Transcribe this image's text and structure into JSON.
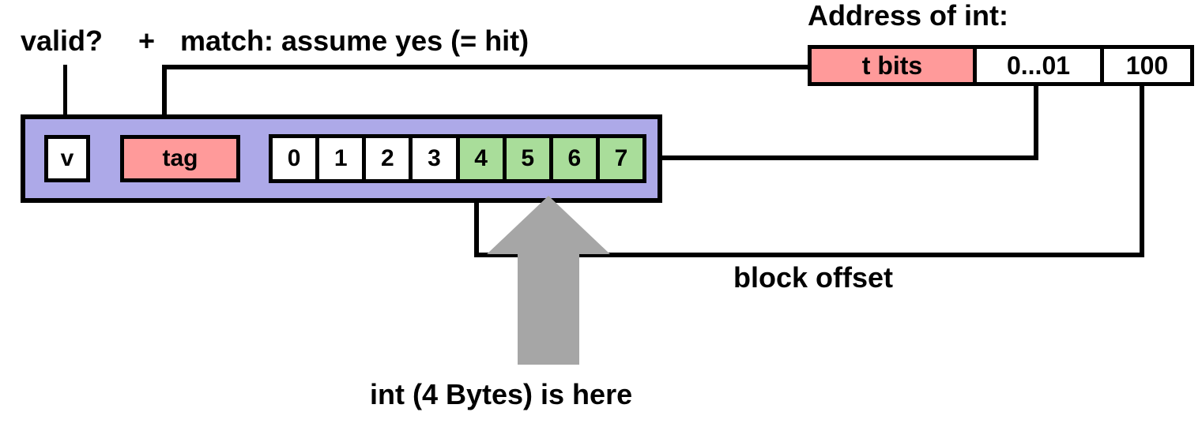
{
  "diagram": {
    "title_labels": {
      "valid": "valid?",
      "plus": "+",
      "match": "match: assume yes (= hit)",
      "address_of_int": "Address of int:",
      "block_offset": "block offset",
      "int_caption": "int (4 Bytes) is here"
    },
    "cache_line": {
      "valid_cell": "v",
      "tag_cell": "tag",
      "bytes": [
        {
          "label": "0",
          "highlighted": false
        },
        {
          "label": "1",
          "highlighted": false
        },
        {
          "label": "2",
          "highlighted": false
        },
        {
          "label": "3",
          "highlighted": false
        },
        {
          "label": "4",
          "highlighted": true
        },
        {
          "label": "5",
          "highlighted": true
        },
        {
          "label": "6",
          "highlighted": true
        },
        {
          "label": "7",
          "highlighted": true
        }
      ]
    },
    "address": {
      "fields": [
        {
          "label": "t bits",
          "kind": "tag"
        },
        {
          "label": "0...01",
          "kind": "index"
        },
        {
          "label": "100",
          "kind": "offset"
        }
      ]
    },
    "colors": {
      "tag_fill": "#FF9A9A",
      "highlight_fill": "#A9DD9A",
      "cacheline_fill": "#ADA9E8",
      "arrow_fill": "#A6A6A6",
      "stroke": "#000000",
      "background": "#FFFFFF"
    }
  }
}
